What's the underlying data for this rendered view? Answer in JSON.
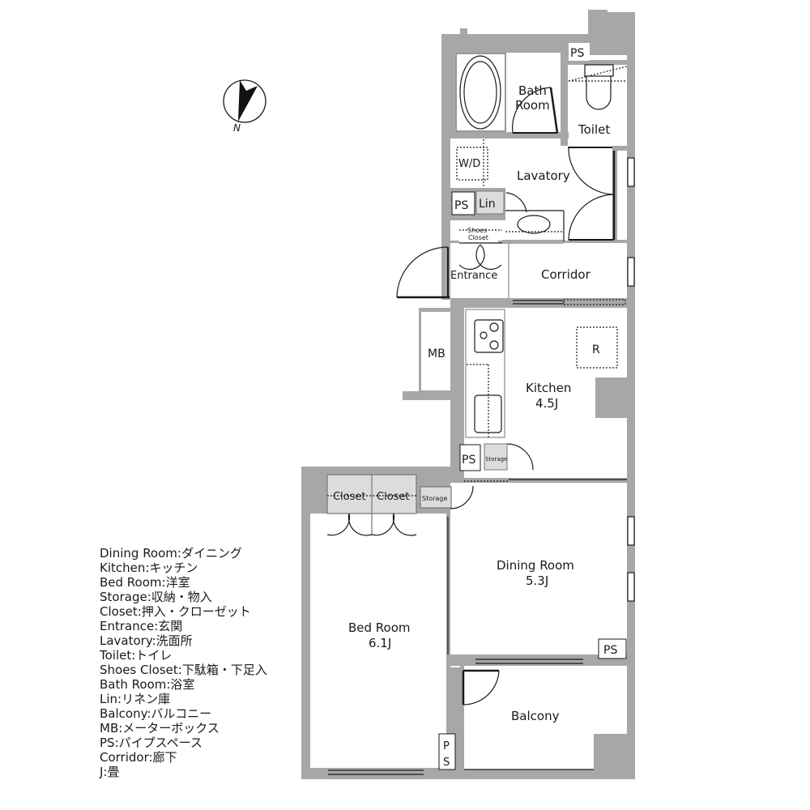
{
  "floorplan": {
    "compass": {
      "label": "N",
      "icon": "north-arrow-icon"
    },
    "rooms": {
      "bath_room": {
        "line1": "Bath",
        "line2": "Room"
      },
      "toilet": "Toilet",
      "lavatory": "Lavatory",
      "wd": "W/D",
      "ps_top": "PS",
      "ps_lav": "PS",
      "lin": "Lin",
      "shoes_closet": {
        "line1": "Shoes",
        "line2": "Closet"
      },
      "entrance": "Entrance",
      "corridor": "Corridor",
      "mb": "MB",
      "refrigerator": "R",
      "kitchen": {
        "name": "Kitchen",
        "size": "4.5J"
      },
      "ps_kitchen": "PS",
      "storage_kitchen": "Storage",
      "closet_1": "Closet",
      "closet_2": "Closet",
      "storage_bed": "Storage",
      "dining_room": {
        "name": "Dining Room",
        "size": "5.3J"
      },
      "bed_room": {
        "name": "Bed Room",
        "size": "6.1J"
      },
      "ps_dining": "PS",
      "balcony": "Balcony",
      "ps_balcony": {
        "line1": "P",
        "line2": "S"
      }
    },
    "colors": {
      "wall": "#a7a7a7",
      "storage_fill": "#dcdcdc",
      "line": "#1a1a1a"
    }
  },
  "legend": [
    "Dining Room:ダイニング",
    "Kitchen:キッチン",
    "Bed Room:洋室",
    "Storage:収納・物入",
    "Closet:押入・クローゼット",
    "Entrance:玄関",
    "Lavatory:洗面所",
    "Toilet:トイレ",
    "Shoes Closet:下駄箱・下足入",
    "Bath Room:浴室",
    "Lin:リネン庫",
    "Balcony:バルコニー",
    "MB:メーターボックス",
    "PS:パイプスペース",
    "Corridor:廊下",
    "J:畳"
  ]
}
